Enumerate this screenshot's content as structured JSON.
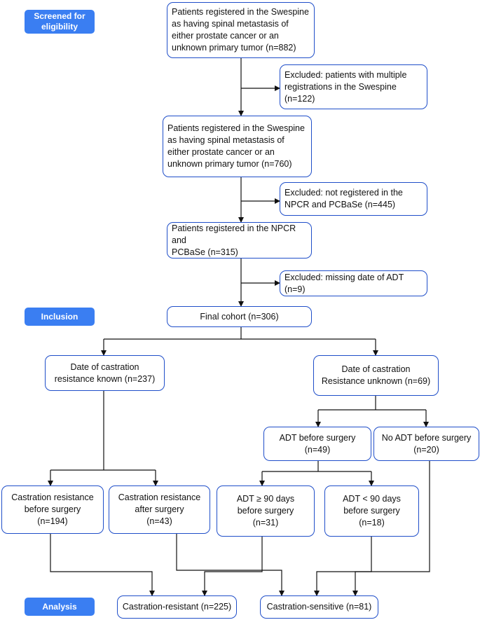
{
  "stages": {
    "screened": "Screened for\neligibility",
    "inclusion": "Inclusion",
    "analysis": "Analysis"
  },
  "boxes": {
    "registered_882": "Patients registered in the Swespine\nas having spinal metastasis of\neither prostate cancer or an\nunknown primary tumor (n=882)",
    "excluded_122": "Excluded: patients with multiple\nregistrations in the Swespine\n(n=122)",
    "registered_760": "Patients registered in the Swespine\nas having spinal metastasis of\neither prostate cancer or an\nunknown primary tumor (n=760)",
    "excluded_445": "Excluded: not registered in the\nNPCR and PCBaSe (n=445)",
    "registered_315": "Patients registered in the NPCR and\nPCBaSe (n=315)",
    "excluded_9": "Excluded: missing date of ADT (n=9)",
    "final_cohort": "Final cohort (n=306)",
    "cr_known": "Date of castration\nresistance known (n=237)",
    "cr_unknown": "Date of castration\nResistance unknown (n=69)",
    "adt_before": "ADT before surgery\n(n=49)",
    "no_adt_before": "No ADT before surgery\n(n=20)",
    "cr_before": "Castration resistance\nbefore surgery\n(n=194)",
    "cr_after": "Castration resistance\nafter surgery\n(n=43)",
    "adt_ge90": "ADT ≥ 90 days\nbefore surgery\n(n=31)",
    "adt_lt90": "ADT < 90 days\nbefore surgery\n(n=18)",
    "castration_resistant": "Castration-resistant (n=225)",
    "castration_sensitive": "Castration-sensitive (n=81)"
  },
  "colors": {
    "box_border": "#1f4ec9",
    "stage_fill": "#3a7ef2",
    "line": "#111111"
  }
}
